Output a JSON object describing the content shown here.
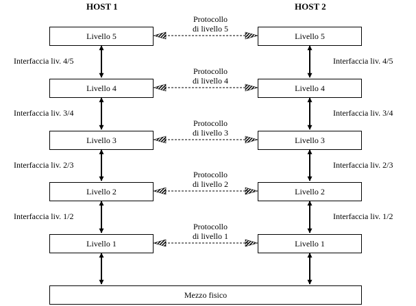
{
  "hosts": {
    "host1": "HOST 1",
    "host2": "HOST 2"
  },
  "layers": [
    {
      "left": "Livello 5",
      "right": "Livello 5",
      "protocol_line1": "Protocollo",
      "protocol_line2": "di livello 5"
    },
    {
      "left": "Livello 4",
      "right": "Livello 4",
      "protocol_line1": "Protocollo",
      "protocol_line2": "di livello 4"
    },
    {
      "left": "Livello 3",
      "right": "Livello 3",
      "protocol_line1": "Protocollo",
      "protocol_line2": "di livello 3"
    },
    {
      "left": "Livello 2",
      "right": "Livello 2",
      "protocol_line1": "Protocollo",
      "protocol_line2": "di livello 2"
    },
    {
      "left": "Livello 1",
      "right": "Livello 1",
      "protocol_line1": "Protocollo",
      "protocol_line2": "di livello 1"
    }
  ],
  "interfaces": [
    "Interfaccia liv. 4/5",
    "Interfaccia liv. 3/4",
    "Interfaccia liv. 2/3",
    "Interfaccia liv. 1/2"
  ],
  "medium": "Mezzo fisico"
}
